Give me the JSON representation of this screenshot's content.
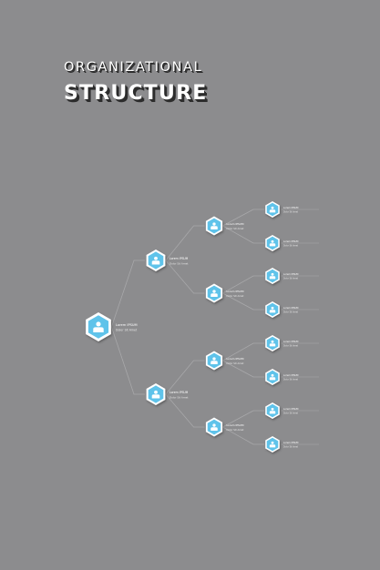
{
  "title": {
    "line1": "ORGANIZATIONAL",
    "line2": "STRUCTURE"
  },
  "colors": {
    "background": "#8c8c8e",
    "node_fill": "#5fc3ea",
    "node_border": "#ffffff",
    "connector": "#a8a8aa",
    "icon": "#ffffff"
  },
  "node_icon": "person-icon",
  "nodes": [
    {
      "id": "root",
      "level": 0,
      "name": "Lorem IPSUM",
      "subtitle": "Dolor Sit Amet"
    },
    {
      "id": "l1-a",
      "level": 1,
      "parent": "root",
      "name": "Lorem IPSUM",
      "subtitle": "Dolor Sit Amet"
    },
    {
      "id": "l1-b",
      "level": 1,
      "parent": "root",
      "name": "Lorem IPSUM",
      "subtitle": "Dolor Sit Amet"
    },
    {
      "id": "l2-a",
      "level": 2,
      "parent": "l1-a",
      "name": "Lorem IPSUM",
      "subtitle": "Dolor Sit Amet"
    },
    {
      "id": "l2-b",
      "level": 2,
      "parent": "l1-a",
      "name": "Lorem IPSUM",
      "subtitle": "Dolor Sit Amet"
    },
    {
      "id": "l2-c",
      "level": 2,
      "parent": "l1-b",
      "name": "Lorem IPSUM",
      "subtitle": "Dolor Sit Amet"
    },
    {
      "id": "l2-d",
      "level": 2,
      "parent": "l1-b",
      "name": "Lorem IPSUM",
      "subtitle": "Dolor Sit Amet"
    },
    {
      "id": "l3-a",
      "level": 3,
      "parent": "l2-a",
      "name": "Lorem IPSUM",
      "subtitle": "Dolor Sit Amet"
    },
    {
      "id": "l3-b",
      "level": 3,
      "parent": "l2-a",
      "name": "Lorem IPSUM",
      "subtitle": "Dolor Sit Amet"
    },
    {
      "id": "l3-c",
      "level": 3,
      "parent": "l2-b",
      "name": "Lorem IPSUM",
      "subtitle": "Dolor Sit Amet"
    },
    {
      "id": "l3-d",
      "level": 3,
      "parent": "l2-b",
      "name": "Lorem IPSUM",
      "subtitle": "Dolor Sit Amet"
    },
    {
      "id": "l3-e",
      "level": 3,
      "parent": "l2-c",
      "name": "Lorem IPSUM",
      "subtitle": "Dolor Sit Amet"
    },
    {
      "id": "l3-f",
      "level": 3,
      "parent": "l2-c",
      "name": "Lorem IPSUM",
      "subtitle": "Dolor Sit Amet"
    },
    {
      "id": "l3-g",
      "level": 3,
      "parent": "l2-d",
      "name": "Lorem IPSUM",
      "subtitle": "Dolor Sit Amet"
    },
    {
      "id": "l3-h",
      "level": 3,
      "parent": "l2-d",
      "name": "Lorem IPSUM",
      "subtitle": "Dolor Sit Amet"
    }
  ]
}
